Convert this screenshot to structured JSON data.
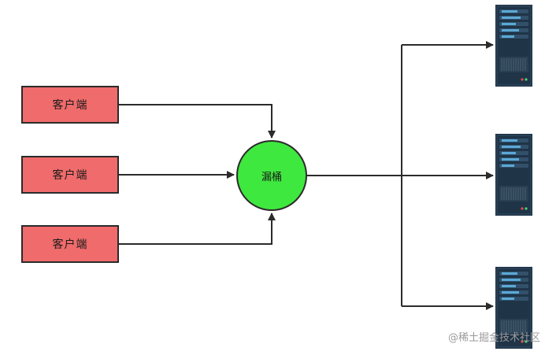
{
  "clients": [
    {
      "label": "客户端"
    },
    {
      "label": "客户端"
    },
    {
      "label": "客户端"
    }
  ],
  "bucket": {
    "label": "漏桶"
  },
  "servers": [
    {
      "icon": "server-rack-icon"
    },
    {
      "icon": "server-rack-icon"
    },
    {
      "icon": "server-rack-icon"
    }
  ],
  "watermark": "@稀土掘金技术社区",
  "colors": {
    "client_fill": "#f06b6b",
    "bucket_fill": "#3fe83f",
    "line": "#2b2b2b",
    "server_body": "#1f3447",
    "server_accent": "#5aa9d6"
  }
}
